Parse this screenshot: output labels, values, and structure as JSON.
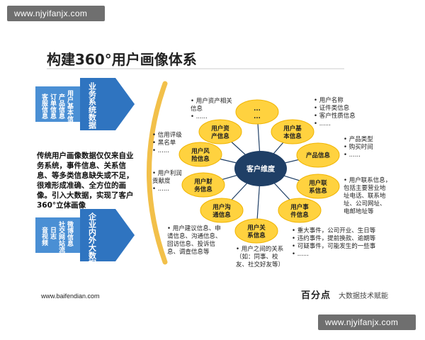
{
  "watermark": "www.njyifanjx.com",
  "title": "构建360°用户画像体系",
  "left": {
    "top_header": "业务系统数据",
    "top_items": [
      "客服信息",
      "订单信息",
      "产品信息",
      "用户基本信息"
    ],
    "bottom_header": "企业内外大数据",
    "bottom_items": [
      "音视频",
      "日志",
      "社交网站流量",
      "微博信息"
    ],
    "description": "传统用户画像数据仅仅来自业务系统，事件信息、关系信息、等多类信息缺失或不足，很难形成准确、全方位的画像。引入大数据，实现了客户360°立体画像"
  },
  "center": "客户维度",
  "nodes": [
    {
      "id": "top",
      "label": "......"
    },
    {
      "id": "basic",
      "label": "用户基本信息"
    },
    {
      "id": "product",
      "label": "产品信息"
    },
    {
      "id": "contact",
      "label": "用户联系信息"
    },
    {
      "id": "event",
      "label": "用户事件信息"
    },
    {
      "id": "relation",
      "label": "用户关系信息"
    },
    {
      "id": "communication",
      "label": "用户沟通信息"
    },
    {
      "id": "finance",
      "label": "用户财务信息"
    },
    {
      "id": "risk",
      "label": "用户风险信息"
    },
    {
      "id": "asset",
      "label": "用户资产信息"
    }
  ],
  "notes": {
    "asset": "• 用户资产相关\n  信息\n• ......",
    "basic": "• 用户名称\n• 证件类信息\n• 客户性质信息\n• ......",
    "product": "• 产品类型\n• 购买时间\n• ......",
    "risk": "• 信用评级\n• 黑名单\n• ......",
    "finance": "• 用户利润\n  贡献度\n• ......",
    "contact": "• 用户联系信息，\n  包括主要营业地\n  址电话、联系地\n  址、公司网址、\n  电邮地址等",
    "communication": "• 用户建议信息、申\n  请信息、沟通信息、\n  回访信息、投诉信\n  息、调查信息等",
    "event": "• 重大事件，公司开业、生日等\n• 违约事件，提前换款、逾期等\n• 可疑事件，可能发生的一些事\n• ......",
    "relation": "• 用户之间的关系\n  （如：同事、校\n  友、社交好友等）"
  },
  "footer_url": "www.baifendian.com",
  "brand": "百分点",
  "brand_sub": "大数据技术赋能",
  "colors": {
    "arrow": "#4a8fd4",
    "node_fill": "#ffd23f",
    "node_stroke": "#f0b400",
    "center": "#1f3f66",
    "arc": "#f2c04a"
  }
}
